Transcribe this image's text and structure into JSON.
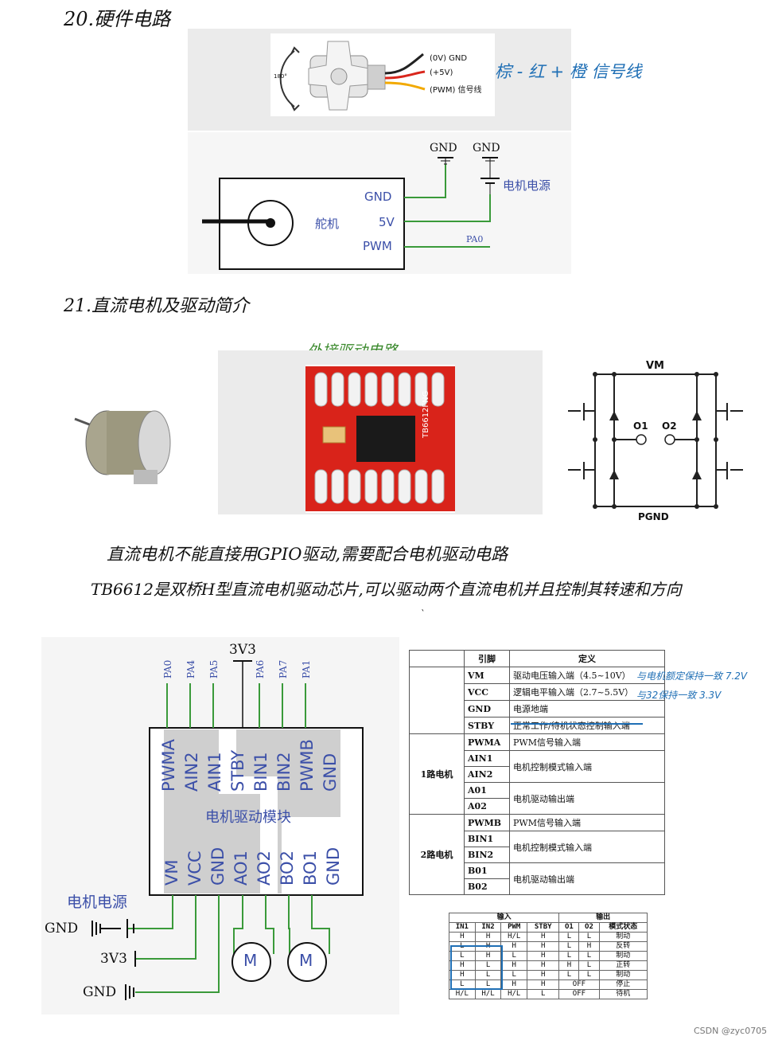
{
  "section20": {
    "title": "20.硬件电路"
  },
  "servo_photo": {
    "wire_gnd": "(0V) GND",
    "wire_5v": "(+5V)",
    "wire_pwm": "(PWM) 信号线",
    "angle": "180°"
  },
  "servo_note": "棕 -  红 +   橙 信号线",
  "servo_schematic": {
    "gnd1": "GND",
    "gnd2": "GND",
    "power_label": "电机电源",
    "motor_label": "舵机",
    "pin_gnd": "GND",
    "pin_5v": "5V",
    "pin_pwm": "PWM",
    "net_pa0": "PA0"
  },
  "section21": {
    "title": "21.直流电机及驱动简介"
  },
  "module_note": "外接驱动电路",
  "chip_text": "TB6612FNG",
  "hbridge": {
    "vm": "VM",
    "o1": "O1",
    "o2": "O2",
    "pgnd": "PGND"
  },
  "notes": {
    "line1": "直流电机不能直接用GPIO驱动,需要配合电机驱动电路",
    "line2": "TB6612是双桥H型直流电机驱动芯片,可以驱动两个直流电机并且控制其转速和方向",
    "tick": "`"
  },
  "driver_schematic": {
    "top_v": "3V3",
    "top_nets": [
      "PA0",
      "PA4",
      "PA5",
      "PA6",
      "PA7",
      "PA1"
    ],
    "top_pins": [
      "PWMA",
      "AIN2",
      "AIN1",
      "STBY",
      "BIN1",
      "BIN2",
      "PWMB",
      "GND"
    ],
    "module_label": "电机驱动模块",
    "bottom_pins": [
      "VM",
      "VCC",
      "GND",
      "AO1",
      "AO2",
      "BO2",
      "BO1",
      "GND"
    ],
    "power_label": "电机电源",
    "gnd_a": "GND",
    "v33": "3V3",
    "gnd_b": "GND",
    "motor_a": "M",
    "motor_b": "M"
  },
  "pin_table": {
    "header": [
      "",
      "引脚",
      "定义"
    ],
    "rows": [
      {
        "group": "",
        "pin": "VM",
        "def": "驱动电压输入端（4.5~10V）"
      },
      {
        "group": "",
        "pin": "VCC",
        "def": "逻辑电平输入端（2.7~5.5V）"
      },
      {
        "group": "",
        "pin": "GND",
        "def": "电源地端"
      },
      {
        "group": "",
        "pin": "STBY",
        "def": "正常工作/待机状态控制输入端"
      },
      {
        "group": "1路电机",
        "pin": "PWMA",
        "def": "PWM信号输入端"
      },
      {
        "group": "",
        "pin": "AIN1",
        "def": "电机控制模式输入端"
      },
      {
        "group": "",
        "pin": "AIN2",
        "def": ""
      },
      {
        "group": "",
        "pin": "A01",
        "def": "电机驱动输出端"
      },
      {
        "group": "",
        "pin": "A02",
        "def": ""
      },
      {
        "group": "2路电机",
        "pin": "PWMB",
        "def": "PWM信号输入端"
      },
      {
        "group": "",
        "pin": "BIN1",
        "def": "电机控制模式输入端"
      },
      {
        "group": "",
        "pin": "BIN2",
        "def": ""
      },
      {
        "group": "",
        "pin": "B01",
        "def": "电机驱动输出端"
      },
      {
        "group": "",
        "pin": "B02",
        "def": ""
      }
    ],
    "annotation1": "与电机额定保持一致 7.2V",
    "annotation2": "与32保持一致 3.3V"
  },
  "truth_table": {
    "group_in": "输入",
    "group_out": "输出",
    "header": [
      "IN1",
      "IN2",
      "PWM",
      "STBY",
      "O1",
      "O2",
      "模式状态"
    ],
    "rows": [
      [
        "H",
        "H",
        "H/L",
        "H",
        "L",
        "L",
        "制动"
      ],
      [
        "L",
        "H",
        "H",
        "H",
        "L",
        "H",
        "反转"
      ],
      [
        "L",
        "H",
        "L",
        "H",
        "L",
        "L",
        "制动"
      ],
      [
        "H",
        "L",
        "H",
        "H",
        "H",
        "L",
        "正转"
      ],
      [
        "H",
        "L",
        "L",
        "H",
        "L",
        "L",
        "制动"
      ],
      [
        "L",
        "L",
        "H",
        "H",
        "OFF",
        "",
        "停止"
      ],
      [
        "H/L",
        "H/L",
        "H/L",
        "L",
        "OFF",
        "",
        "待机"
      ]
    ]
  },
  "watermark": "CSDN @zyc0705"
}
